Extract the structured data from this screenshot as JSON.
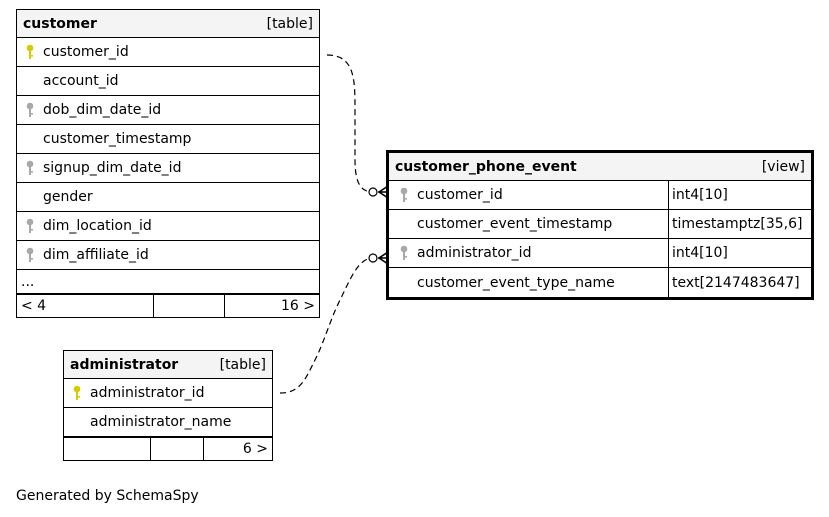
{
  "customer": {
    "name": "customer",
    "kind": "[table]",
    "columns": [
      {
        "name": "customer_id",
        "key": "primary"
      },
      {
        "name": "account_id",
        "key": "none"
      },
      {
        "name": "dob_dim_date_id",
        "key": "foreign"
      },
      {
        "name": "customer_timestamp",
        "key": "none"
      },
      {
        "name": "signup_dim_date_id",
        "key": "foreign"
      },
      {
        "name": "gender",
        "key": "none"
      },
      {
        "name": "dim_location_id",
        "key": "foreign"
      },
      {
        "name": "dim_affiliate_id",
        "key": "foreign"
      }
    ],
    "more": "...",
    "footer_left": "< 4",
    "footer_right": "16 >"
  },
  "customer_phone_event": {
    "name": "customer_phone_event",
    "kind": "[view]",
    "columns": [
      {
        "name": "customer_id",
        "type": "int4[10]",
        "key": "foreign"
      },
      {
        "name": "customer_event_timestamp",
        "type": "timestamptz[35,6]",
        "key": "none"
      },
      {
        "name": "administrator_id",
        "type": "int4[10]",
        "key": "foreign"
      },
      {
        "name": "customer_event_type_name",
        "type": "text[2147483647]",
        "key": "none"
      }
    ]
  },
  "administrator": {
    "name": "administrator",
    "kind": "[table]",
    "columns": [
      {
        "name": "administrator_id",
        "key": "primary"
      },
      {
        "name": "administrator_name",
        "key": "none"
      }
    ],
    "footer_right": "6 >"
  },
  "note": "Generated by SchemaSpy",
  "colors": {
    "primary_key": "#d4cc00",
    "foreign_key": "#a8a8a8",
    "header_bg": "#f4f4f4"
  }
}
